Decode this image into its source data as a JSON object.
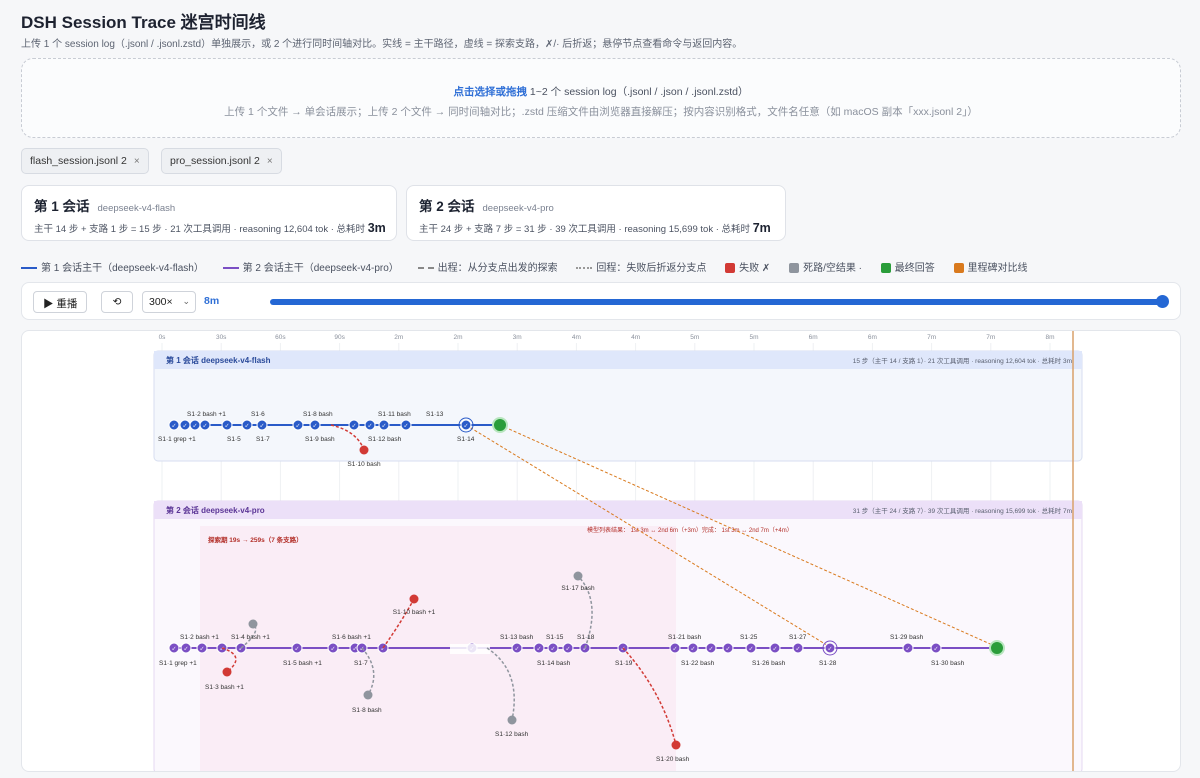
{
  "header": {
    "title": "DSH Session Trace 迷宫时间线",
    "subtitle": "上传 1 个 session log（.jsonl / .jsonl.zstd）单独展示，或 2 个进行同时间轴对比。实线 = 主干路径，虚线 = 探索支路，✗/· 后折返；悬停节点查看命令与返回内容。"
  },
  "dropzone": {
    "action": "点击选择或拖拽",
    "line1_rest": " 1~2 个 session log（.jsonl / .json / .jsonl.zstd）",
    "line2": "上传 1 个文件 → 单会话展示；上传 2 个文件 → 同时间轴对比；.zstd 压缩文件由浏览器直接解压；按内容识别格式，文件名任意（如 macOS 副本「xxx.jsonl 2」）"
  },
  "files": [
    {
      "name": "flash_session.jsonl 2",
      "remove": "×"
    },
    {
      "name": "pro_session.jsonl 2",
      "remove": "×"
    }
  ],
  "cards": [
    {
      "title": "第 1 会话",
      "model": "deepseek-v4-flash",
      "stats": "主干 14 步 + 支路 1 步 = 15 步 · 21 次工具调用 · reasoning 12,604 tok · 总耗时 ",
      "duration": "3m"
    },
    {
      "title": "第 2 会话",
      "model": "deepseek-v4-pro",
      "stats": "主干 24 步 + 支路 7 步 = 31 步 · 39 次工具调用 · reasoning 15,699 tok · 总耗时 ",
      "duration": "7m"
    }
  ],
  "legend": {
    "flash_main": "第 1 会话主干（deepseek-v4-flash）",
    "pro_main": "第 2 会话主干（deepseek-v4-pro）",
    "outward": "出程：从分支点出发的探索",
    "return": "回程：失败后折返分支点",
    "fail": "失败 ✗",
    "dead": "死路/空结果 ·",
    "final": "最终回答",
    "milestone": "里程碑对比线"
  },
  "colors": {
    "flash": "#2a5bc8",
    "pro": "#7b4fc4",
    "fail": "#d23a35",
    "dead": "#8f959e",
    "final": "#2a9d3a",
    "milestone": "#d97a1e"
  },
  "controls": {
    "play": "▶ 重播",
    "reset": "⟲",
    "speed": "300×",
    "speed_caret": "⌄",
    "elapsed": "8m",
    "progress": 1.0
  },
  "timeline": {
    "ticks": [
      "0s",
      "30s",
      "60s",
      "90s",
      "2m",
      "2m",
      "3m",
      "4m",
      "4m",
      "5m",
      "5m",
      "6m",
      "6m",
      "7m",
      "7m",
      "8m"
    ],
    "lane1": {
      "title": "第 1 会话 deepseek-v4-flash",
      "stats": "15 步（主干 14 / 支路 1）· 21 次工具调用 · reasoning 12,604 tok · 总耗时 3m",
      "labels_top": [
        "S1·2 bash +1",
        "S1·6",
        "S1·8 bash",
        "S1·11 bash",
        "S1·13"
      ],
      "labels_bottom": [
        "S1·1 grep +1",
        "S1·5",
        "S1·7",
        "S1·9 bash",
        "S1·12 bash",
        "S1·14"
      ],
      "branch_label": "S1·10 bash"
    },
    "lane2": {
      "title": "第 2 会话 deepseek-v4-pro",
      "stats": "31 步（主干 24 / 支路 7）· 39 次工具调用 · reasoning 15,699 tok · 总耗时 7m",
      "explore_label": "探索期 19s → 259s（7 条支路）",
      "compare_label": "模型列表结果： 1st 3m ↔ 2nd 6m（+3m）完成： 1st 3m ↔ 2nd 7m（+4m）",
      "labels_top": [
        "S1·2 bash +1",
        "S1·4 bash +1",
        "S1·6 bash +1",
        "S1·13 bash",
        "S1·15",
        "S1·18",
        "S1·21 bash",
        "S1·25",
        "S1·27",
        "S1·29 bash"
      ],
      "labels_bottom": [
        "S1·1 grep +1",
        "S1·3 bash +1",
        "S1·5 bash +1",
        "S1·7",
        "S1·8 bash",
        "S1·12 bash",
        "S1·14 bash",
        "S1·19",
        "S1·20 bash",
        "S1·22 bash",
        "S1·26 bash",
        "S1·28",
        "S1·30 bash"
      ],
      "branch_labels": [
        "S1·10 bash +1",
        "S1·17 bash"
      ]
    }
  }
}
